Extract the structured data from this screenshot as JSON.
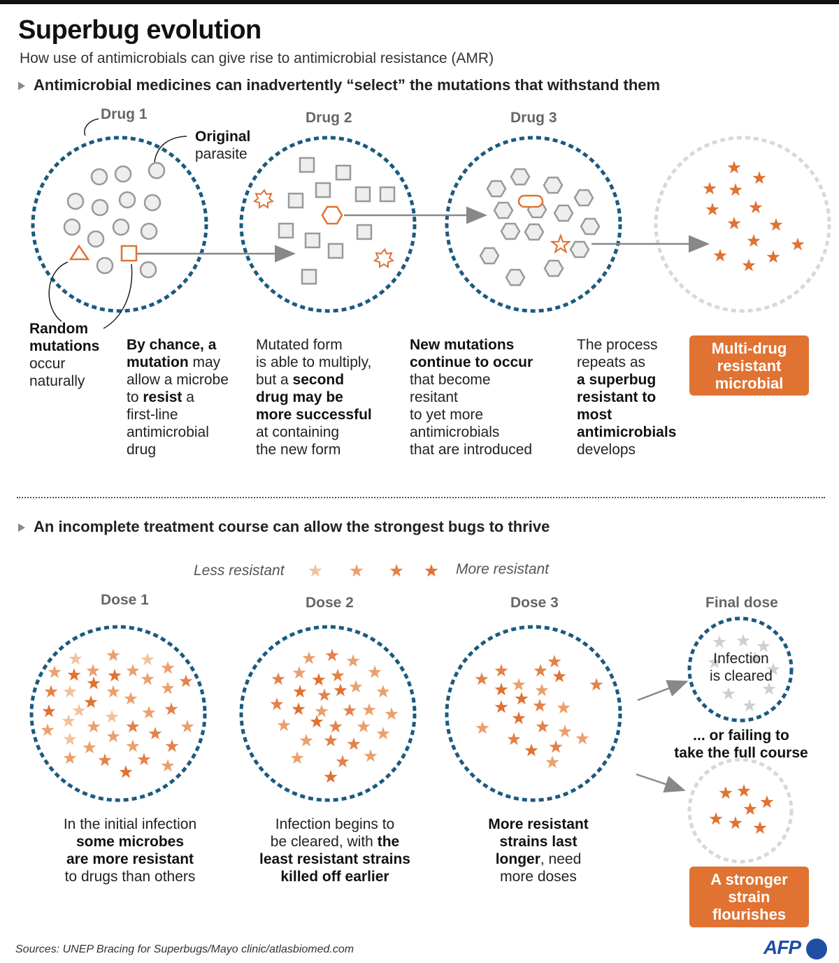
{
  "header": {
    "title": "Superbug evolution",
    "subtitle": "How use of antimicrobials can give rise to antimicrobial resistance (AMR)"
  },
  "section1": {
    "heading": "Antimicrobial medicines can inadvertently “select” the mutations that withstand them",
    "drug1_label": "Drug 1",
    "drug2_label": "Drug 2",
    "drug3_label": "Drug 3",
    "original_bold": "Original",
    "original_rest": "parasite",
    "random_bold_1": "Random",
    "random_bold_2": "mutations",
    "random_rest_1": "occur",
    "random_rest_2": "naturally",
    "col1": {
      "l1": "By chance, a",
      "l2b": "mutation",
      "l2": " may",
      "l3": "allow a microbe",
      "l4": "to ",
      "l4b": "resist",
      "l4c": " a",
      "l5": "first-line",
      "l6": "antimicrobial",
      "l7": "drug"
    },
    "col2": {
      "l1": "Mutated form",
      "l2": "is able to multiply,",
      "l3": "but a ",
      "l3b": "second",
      "l4b": "drug may be",
      "l5b": "more successful",
      "l6": "at containing",
      "l7": "the new form"
    },
    "col3": {
      "l1b": "New mutations",
      "l2b": "continue to occur",
      "l3": "that become",
      "l4": "resitant",
      "l5": "to yet more",
      "l6": "antimicrobials",
      "l7": "that are introduced"
    },
    "col4": {
      "l1": "The process",
      "l2": "repeats as",
      "l3b": "a superbug",
      "l4b": "resistant to",
      "l5b": "most",
      "l6b": "antimicrobials",
      "l7": "develops"
    },
    "result_box": "Multi-drug resistant microbial"
  },
  "section2": {
    "heading": "An incomplete treatment course can allow the strongest bugs to thrive",
    "legend_less": "Less resistant",
    "legend_more": "More resistant",
    "dose1_label": "Dose 1",
    "dose2_label": "Dose 2",
    "dose3_label": "Dose 3",
    "final_label": "Final dose",
    "cleared_1": "Infection",
    "cleared_2": "is cleared",
    "failing_1": "... or failing to",
    "failing_2": "take the full course",
    "col1": {
      "l1": "In the initial infection",
      "l2b": "some microbes",
      "l3b": "are more resistant",
      "l4": "to drugs than others"
    },
    "col2": {
      "l1": "Infection begins to",
      "l2": "be cleared, with ",
      "l2b": "the",
      "l3b": "least resistant strains",
      "l4b": "killed off earlier"
    },
    "col3": {
      "l1b": "More resistant",
      "l2b": "strains last",
      "l3b": "longer",
      "l3": ", need",
      "l4": "more doses"
    },
    "result_box": "A stronger strain flourishes"
  },
  "footer": {
    "sources": "Sources: UNEP Bracing for Superbugs/Mayo clinic/atlasbiomed.com",
    "logo": "AFP"
  },
  "colors": {
    "circle_blue": "#1b5a80",
    "orange": "#e07232",
    "grey_shape": "#9a9a9a",
    "star_light": "#f2c29b",
    "star_mid": "#eba06c",
    "star_dark": "#e07232"
  }
}
